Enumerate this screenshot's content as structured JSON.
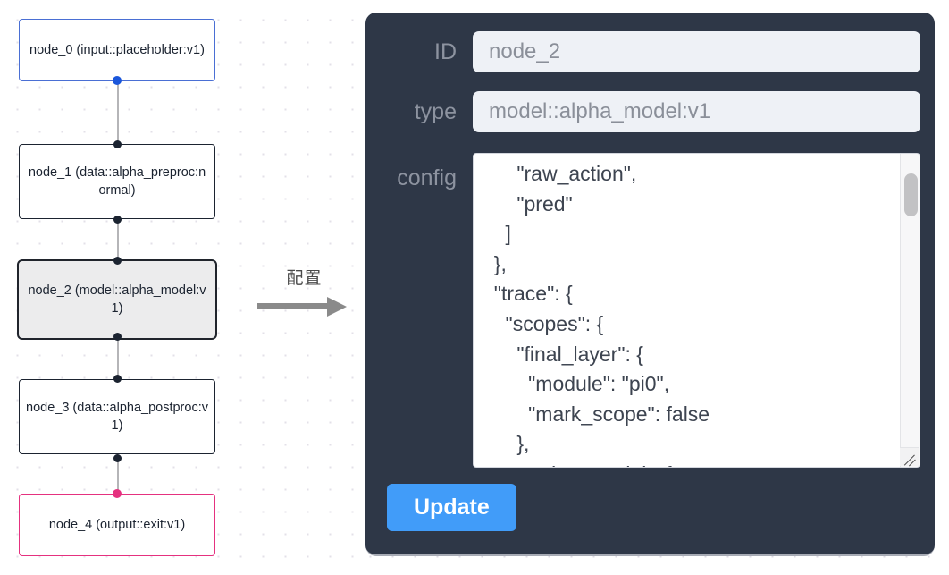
{
  "canvas": {
    "background": "#ffffff",
    "dot_color": "#e3e0e8",
    "nodes": [
      {
        "id": "node_0",
        "label_line1": "node_0",
        "label_line2": "(input::placeholder:v1)",
        "text": "node_0\n(input::placeholder:v1)",
        "variant": "input",
        "border_color": "#4a6fd4",
        "selected": false
      },
      {
        "id": "node_1",
        "label_line1": "node_1",
        "label_line2": "(data::alpha_preproc:normal)",
        "text": "node_1\n(data::alpha_preproc:normal)",
        "variant": "default",
        "border_color": "#1b2330",
        "selected": false
      },
      {
        "id": "node_2",
        "label_line1": "node_2",
        "label_line2": "(model::alpha_model:v1)",
        "text": "node_2\n(model::alpha_model:v1)",
        "variant": "default",
        "border_color": "#20242c",
        "selected": true
      },
      {
        "id": "node_3",
        "label_line1": "node_3",
        "label_line2": "(data::alpha_postproc:v1)",
        "text": "node_3\n(data::alpha_postproc:v1)",
        "variant": "default",
        "border_color": "#1b2330",
        "selected": false
      },
      {
        "id": "node_4",
        "label_line1": "node_4",
        "label_line2": "(output::exit:v1)",
        "text": "node_4\n(output::exit:v1)",
        "variant": "output",
        "border_color": "#e5317f",
        "selected": false
      }
    ]
  },
  "arrow": {
    "label": "配置",
    "color": "#8a8a8a"
  },
  "panel": {
    "background": "#2e3747",
    "fields": {
      "id": {
        "label": "ID",
        "value": "node_2",
        "placeholder": "node_2"
      },
      "type": {
        "label": "type",
        "value": "model::alpha_model:v1",
        "placeholder": "model::alpha_model:v1"
      },
      "config": {
        "label": "config",
        "value": "      \"raw_action\",\n      \"pred\"\n    ]\n  },\n  \"trace\": {\n    \"scopes\": {\n      \"final_layer\": {\n        \"module\": \"pi0\",\n        \"mark_scope\": false\n      },\n      \"action_model\": {"
      }
    },
    "update_button": {
      "label": "Update",
      "color": "#419cf9"
    },
    "scrollbar": {
      "thumb_color": "#c2c2c4"
    }
  }
}
